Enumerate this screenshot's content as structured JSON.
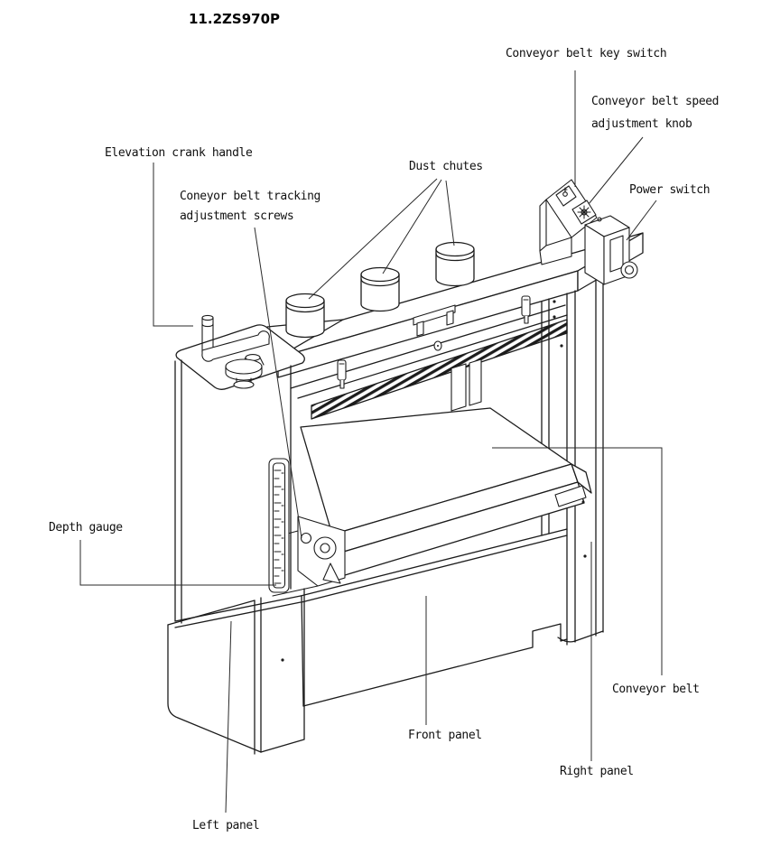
{
  "title": "11.2ZS970P",
  "diagram": {
    "type": "machine-parts-callout-diagram",
    "ink_color": "#1c1c1c",
    "background": "#ffffff",
    "labels": {
      "conveyor_belt_key_switch": "Conveyor belt key switch",
      "conveyor_belt_speed_adjustment_knob": {
        "line1": "Conveyor belt speed",
        "line2": "adjustment knob"
      },
      "power_switch": "Power switch",
      "elevation_crank_handle": "Elevation crank handle",
      "conveyor_belt_tracking_adjustment_screws": {
        "line1": "Coneyor belt tracking",
        "line2": "adjustment screws"
      },
      "dust_chutes": "Dust chutes",
      "depth_gauge": "Depth gauge",
      "conveyor_belt": "Conveyor belt",
      "front_panel": "Front panel",
      "right_panel": "Right panel",
      "left_panel": "Left panel"
    }
  }
}
